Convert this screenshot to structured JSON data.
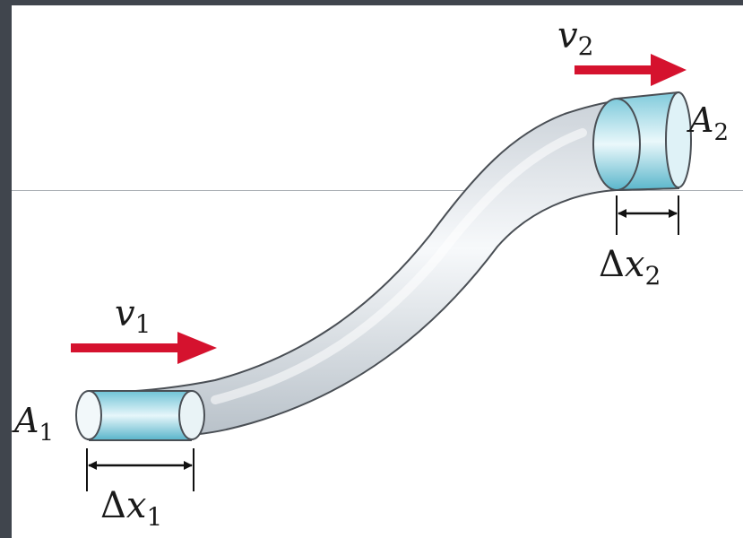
{
  "labels": {
    "A1": {
      "base": "A",
      "sub": "1"
    },
    "A2": {
      "base": "A",
      "sub": "2"
    },
    "v1": {
      "base": "v",
      "sub": "1"
    },
    "v2": {
      "base": "v",
      "sub": "2"
    },
    "dx1": {
      "delta": "Δ",
      "base": "x",
      "sub": "1"
    },
    "dx2": {
      "delta": "Δ",
      "base": "x",
      "sub": "2"
    }
  },
  "colors": {
    "background": "#40454d",
    "panel": "#ffffff",
    "arrow": "#d5122e",
    "tube_outline": "#4a4f55",
    "tube_fill": "#dfe6ec",
    "fluid_fill": "#a9dde8",
    "divider": "#a9aeb3"
  }
}
